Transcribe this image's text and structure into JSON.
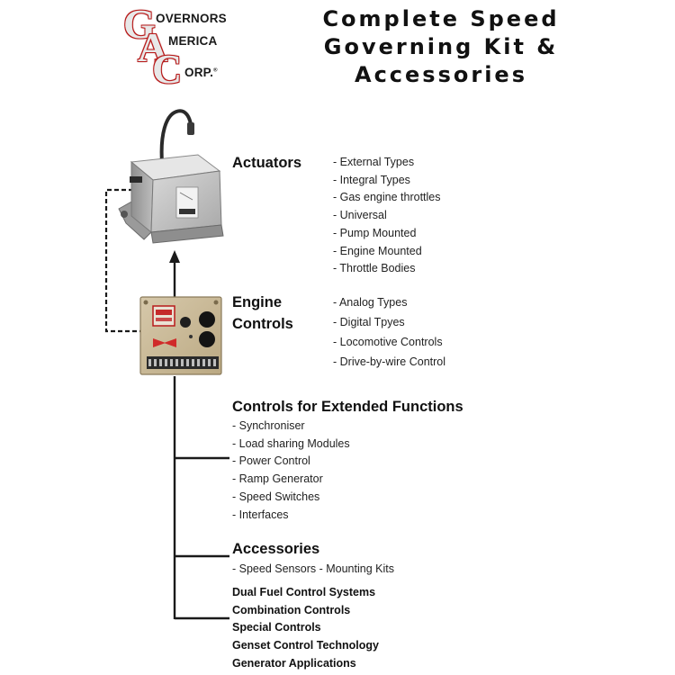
{
  "logo": {
    "letters": [
      "G",
      "A",
      "C"
    ],
    "words": [
      "OVERNORS",
      "MERICA",
      "ORP."
    ],
    "mark": "®"
  },
  "title": {
    "lines": [
      "Complete Speed",
      "Governing Kit &",
      "Accessories"
    ]
  },
  "sections": {
    "actuators": {
      "heading": "Actuators",
      "items": [
        "- External Types",
        "- Integral Types",
        "- Gas engine throttles",
        "- Universal",
        "- Pump Mounted",
        "- Engine Mounted",
        "- Throttle Bodies"
      ]
    },
    "engine_controls": {
      "heading_lines": [
        "Engine",
        "Controls"
      ],
      "items": [
        "- Analog Types",
        "- Digital Tpyes",
        "- Locomotive Controls",
        "- Drive-by-wire Control"
      ]
    },
    "extended": {
      "heading": "Controls for Extended Functions",
      "items": [
        "- Synchroniser",
        "- Load sharing Modules",
        "- Power Control",
        "- Ramp Generator",
        "- Speed Switches",
        "- Interfaces"
      ]
    },
    "accessories": {
      "heading": "Accessories",
      "items": [
        "- Speed Sensors - Mounting Kits"
      ]
    },
    "other": {
      "items": [
        "Dual Fuel Control Systems",
        "Combination Controls",
        "Special Controls",
        "Genset Control Technology",
        "Generator Applications"
      ]
    }
  },
  "colors": {
    "logo_red": "#b81b1b",
    "actuator_body": "#c9c9c9",
    "controller_board": "#c9b99a"
  },
  "icons": {
    "actuator": "actuator-image",
    "controller": "speed-controller-image"
  }
}
